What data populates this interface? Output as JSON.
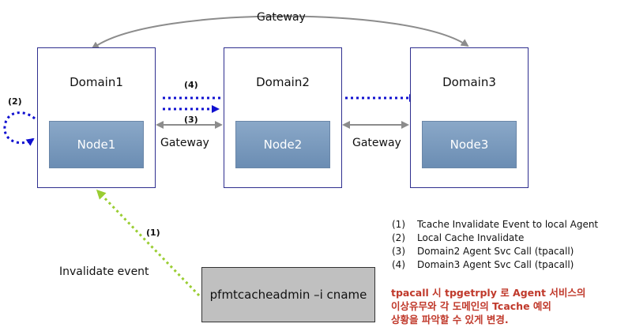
{
  "gateway_top_label": "Gateway",
  "domains": [
    {
      "title": "Domain1",
      "node": "Node1"
    },
    {
      "title": "Domain2",
      "node": "Node2"
    },
    {
      "title": "Domain3",
      "node": "Node3"
    }
  ],
  "gateway_labels": [
    "Gateway",
    "Gateway"
  ],
  "steps": {
    "s1": "(1)",
    "s2": "(2)",
    "s3": "(3)",
    "s4": "(4)"
  },
  "invalidate_label": "Invalidate event",
  "command": "pfmtcacheadmin –i cname",
  "legend": [
    {
      "num": "(1)",
      "text": "Tcache Invalidate Event to local Agent"
    },
    {
      "num": "(2)",
      "text": "Local Cache Invalidate"
    },
    {
      "num": "(3)",
      "text": "Domain2 Agent Svc Call (tpacall)"
    },
    {
      "num": "(4)",
      "text": "Domain3 Agent Svc Call (tpacall)"
    }
  ],
  "note_lines": [
    "tpacall 시 tpgetrply 로 Agent 서비스의",
    "이상유무와 각 도메인의 Tcache 예외",
    "상황을 파악할 수 있게 변경."
  ],
  "colors": {
    "dotted_blue": "#1010d0",
    "dotted_green": "#9acd32",
    "arrow_gray": "#8c8c8c",
    "note_red": "#c0392b"
  }
}
